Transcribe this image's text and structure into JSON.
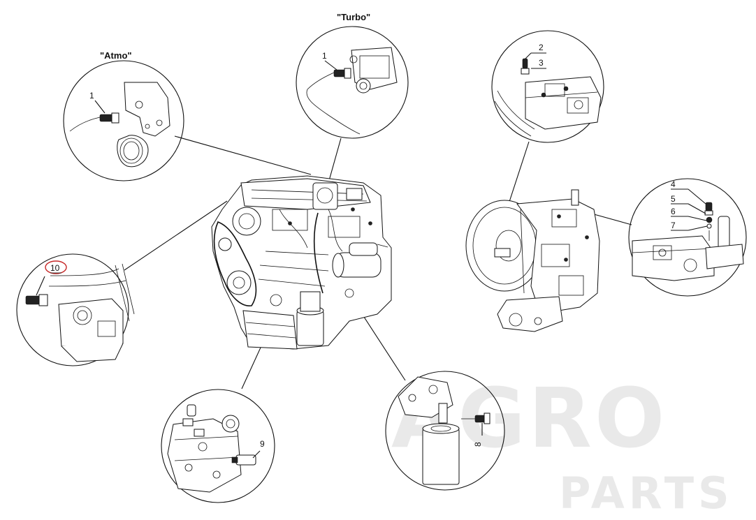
{
  "watermark": {
    "line1": "AGRO",
    "line2": "PARTS"
  },
  "details": {
    "atmo": {
      "title": "\"Atmo\"",
      "labels": [
        "1"
      ]
    },
    "turbo": {
      "title": "\"Turbo\"",
      "labels": [
        "1"
      ]
    },
    "gearbox_top": {
      "labels": [
        "2",
        "3"
      ]
    },
    "gearbox_side": {
      "labels": [
        "4",
        "5",
        "6",
        "7"
      ]
    },
    "left": {
      "labels": [
        "10"
      ],
      "highlight_color": "#c62828"
    },
    "bottom_left": {
      "labels": [
        "9"
      ]
    },
    "bottom_right": {
      "labels": [
        "8"
      ]
    }
  }
}
